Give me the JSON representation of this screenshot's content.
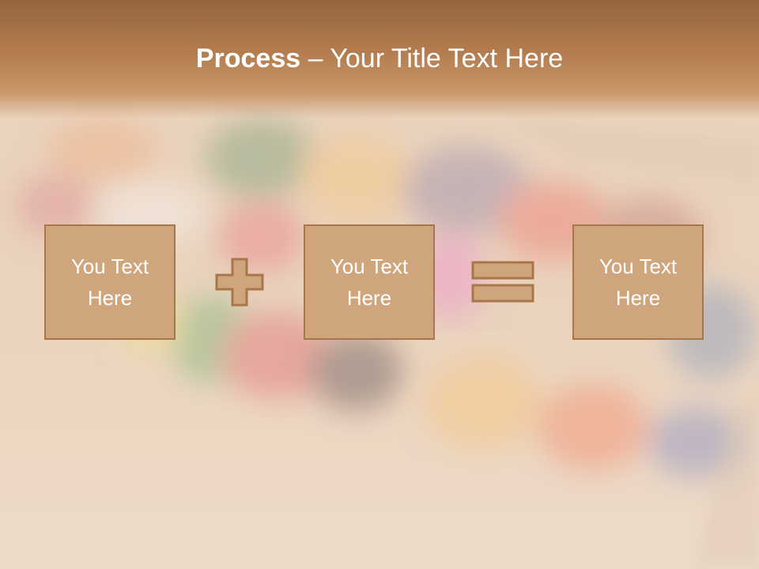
{
  "slide": {
    "title_bold": "Process",
    "title_separator": " – ",
    "title_rest": "Your Title Text Here",
    "boxes": [
      {
        "text": "You Text Here"
      },
      {
        "text": "You Text Here"
      },
      {
        "text": "You Text Here"
      }
    ],
    "operators": [
      "plus-icon",
      "equals-icon"
    ]
  },
  "colors": {
    "header": "#b47d4f",
    "box_fill": "#cfa57e",
    "box_border": "#a9764a",
    "text": "#ffffff"
  }
}
